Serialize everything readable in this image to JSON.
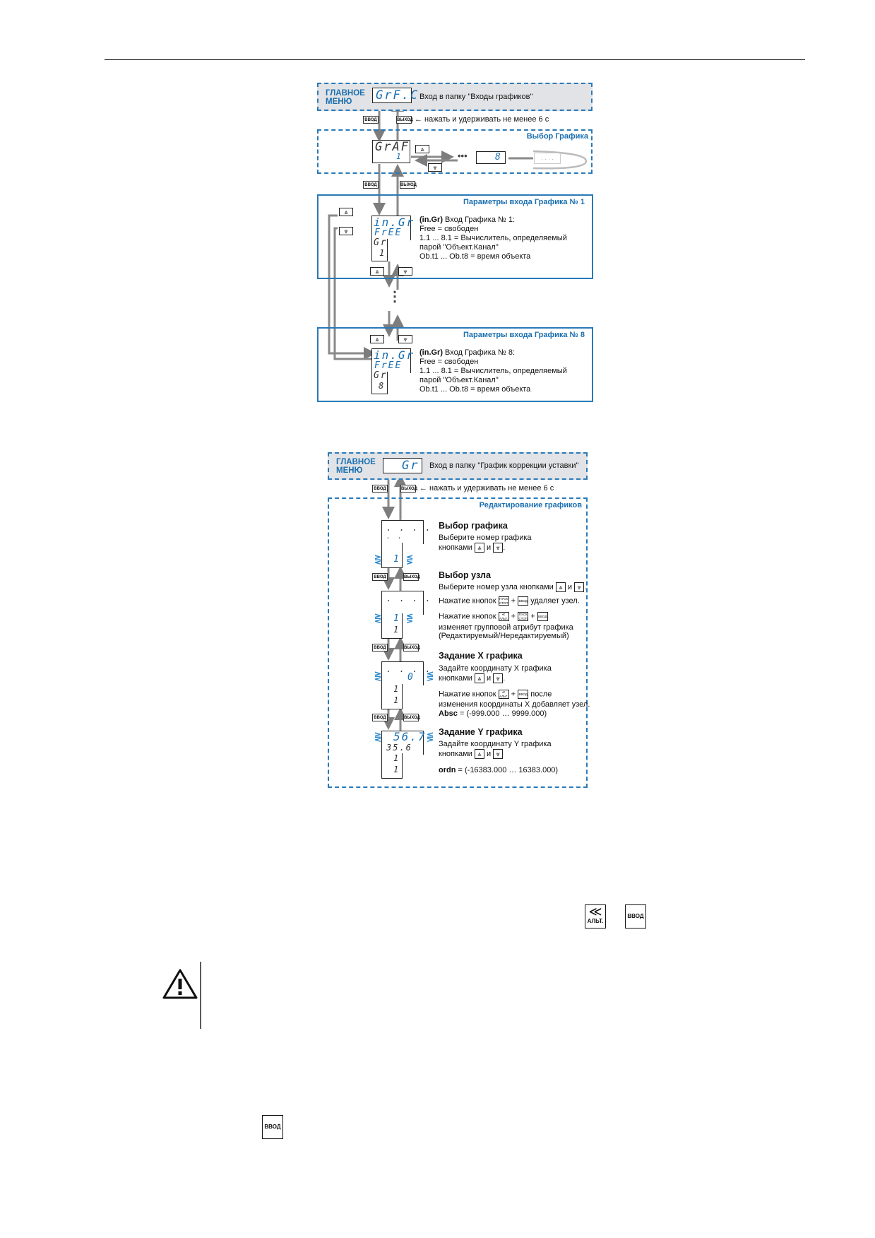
{
  "diagram1": {
    "menu_label_1": "ГЛАВНОЕ",
    "menu_label_2": "МЕНЮ",
    "menu_display": "GrF.C",
    "enter_folder_text": "Вход в папку  \"Входы графиков\"",
    "key_enter": "ВВОД",
    "key_exit": "ВЫХОД",
    "hold_text": "← нажать и удерживать не менее 6 с",
    "select_title": "Выбор Графика",
    "graf_display_top": "GrAF",
    "graf_display_bottom": "1",
    "ellipsis": "•••",
    "graph_number_last": "8",
    "dots_box": ". . . .",
    "param1_title": "Параметры входа Графика № 1",
    "param8_title": "Параметры входа Графика № 8",
    "display_ingr": "in.Gr",
    "display_free": "FrEE",
    "display_gr": "Gr",
    "display_num1": "1",
    "display_num8": "8",
    "param1_lines": [
      "(in.Gr) Вход Графика № 1:",
      "Free  = свободен",
      "1.1 ... 8.1  =  Вычислитель, определяемый",
      "парой \"Объект.Канал\"",
      "Ob.t1 ... Ob.t8  =  время объекта"
    ],
    "param8_lines": [
      "(in.Gr) Вход Графика № 8:",
      "Free  = свободен",
      "1.1 ... 8.1  =  Вычислитель, определяемый",
      "парой \"Объект.Канал\"",
      "Ob.t1 ... Ob.t8  =  время объекта"
    ],
    "vdots": "⋮"
  },
  "diagram2": {
    "menu_label_1": "ГЛАВНОЕ",
    "menu_label_2": "МЕНЮ",
    "menu_display": "Gr",
    "enter_folder_text": "Вход в папку  \"График коррекции уставки\"",
    "key_enter": "ВВОД",
    "key_exit": "ВЫХОД",
    "hold_text": "← нажать и удерживать не менее 6 с",
    "edit_title": "Редактирование графиков",
    "step1": {
      "title": "Выбор графика",
      "line1": "Выберите номер графика",
      "line2_a": "кнопками",
      "line2_b": "и",
      "display_top": ". . . .",
      "display_mid": ". .",
      "display_bot": "1"
    },
    "step2": {
      "title": "Выбор узла",
      "line1_a": "Выберите номер узла кнопками",
      "line1_b": "и",
      "line2_a": "Нажатие кнопок",
      "line2_b": "удаляет узел.",
      "line3_a": "Нажатие кнопок",
      "line4": "изменяет групповой атрибут графика",
      "line5": "(Редактируемый/Нередактируемый)",
      "display_top": ". . . .",
      "display_mid": "1",
      "display_bot": "1"
    },
    "step3": {
      "title": "Задание X графика",
      "line1": "Задайте координату X графика",
      "line2_a": "кнопками",
      "line2_b": "и",
      "line3_a": "Нажатие кнопок",
      "line3_b": "после",
      "line4": "изменения координаты X добавляет узел.",
      "line5_bold": "Absc",
      "line5_rest": " = (-999.000 … 9999.000)",
      "display_top": ". . . .",
      "display_mid": "0",
      "display_n1": "1",
      "display_n2": "1"
    },
    "step4": {
      "title": "Задание Y графика",
      "line1": "Задайте координату Y графика",
      "line2_a": "кнопками",
      "line2_b": "и",
      "line3_bold": "ordn",
      "line3_rest": " = (-16383.000 … 16383.000)",
      "display_top": "56.7",
      "display_mid": "35.6",
      "display_n1": "1",
      "display_n2": "1"
    }
  },
  "keys": {
    "up": "⩓",
    "down": "⩔",
    "alt_label": "АЛЬТ.",
    "alt_symbol": "≪",
    "enter_label": "ВВОД",
    "start_stop_top": "ПУСК",
    "start_stop_bottom": "СТОП",
    "plus": "+"
  },
  "warning_icon": "warning-triangle-icon",
  "colors": {
    "accent_blue": "#1a6fb0",
    "panel_gray": "#e2e3e6",
    "arrow_gray": "#8a8a8a"
  }
}
